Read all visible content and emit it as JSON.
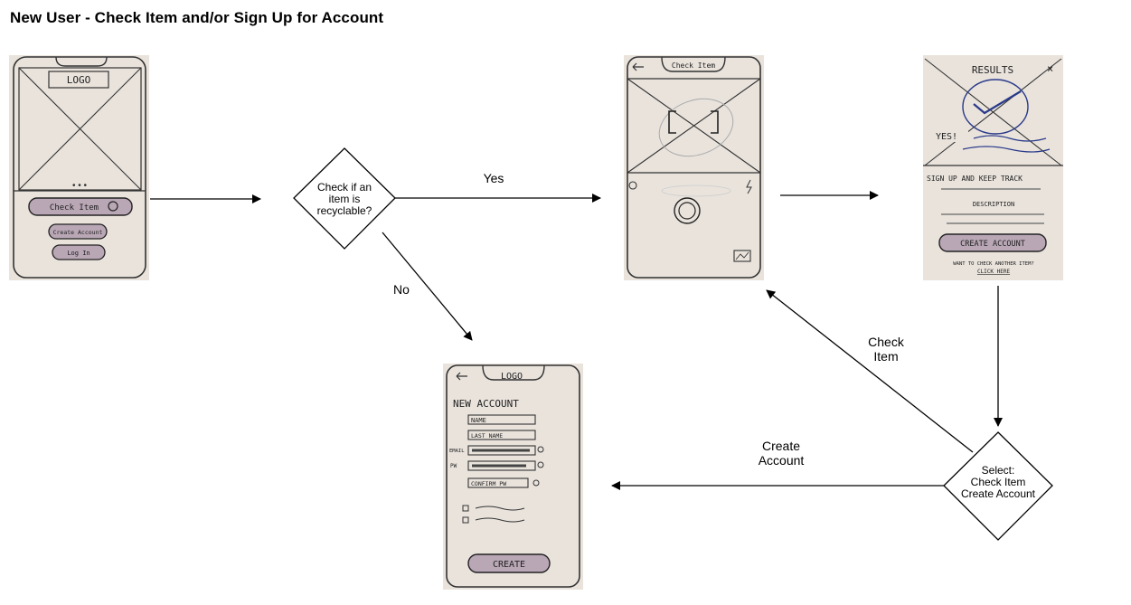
{
  "page": {
    "title": "New User - Check Item and/or Sign Up for Account"
  },
  "decisions": {
    "recyclable": "Check if an item is recyclable?",
    "select": {
      "heading": "Select:",
      "option_1": "Check Item",
      "option_2": "Create Account"
    }
  },
  "edges": {
    "yes": "Yes",
    "no": "No",
    "check_item": "Check Item",
    "create_account": "Create Account"
  },
  "screens": {
    "home": {
      "logo": "LOGO",
      "check_item_button": "Check Item",
      "create_account_button": "Create Account",
      "login_button": "Log In"
    },
    "check_item": {
      "header": "Check Item"
    },
    "results": {
      "header": "RESULTS",
      "close": "×",
      "yes_text": "YES!",
      "signup_heading": "SIGN UP AND KEEP TRACK",
      "description": "DESCRIPTION",
      "create_account_button": "CREATE ACCOUNT",
      "check_another": "WANT TO CHECK ANOTHER ITEM?",
      "click_here": "CLICK HERE"
    },
    "new_account": {
      "logo": "LOGO",
      "heading": "NEW ACCOUNT",
      "name_field": "NAME",
      "last_name_field": "LAST NAME",
      "email_label": "EMAIL",
      "pw_label": "PW",
      "confirm_pw_field": "CONFIRM PW",
      "create_button": "CREATE"
    }
  },
  "colors": {
    "paper": "#e9e3dc",
    "ink": "#222222",
    "blue_ink": "#2a3a8a",
    "button_fill": "#b9a7b6"
  }
}
